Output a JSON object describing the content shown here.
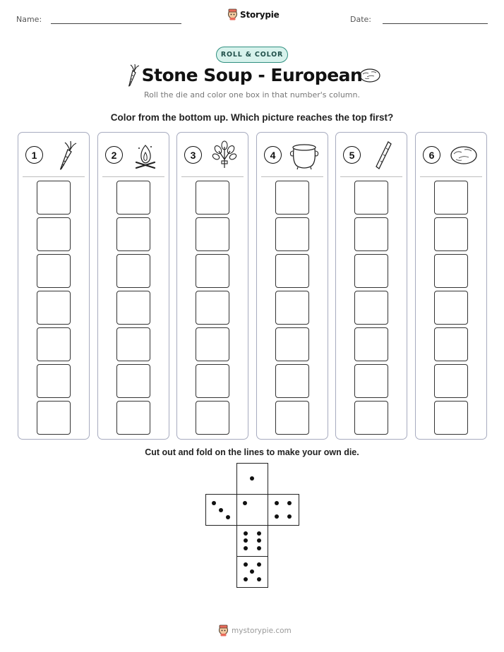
{
  "header": {
    "name_label": "Name:",
    "date_label": "Date:",
    "brand": "Storypie"
  },
  "badge": "ROLL & COLOR",
  "title": "Stone Soup - European",
  "subtitle": "Roll the die and color one box in that number's column.",
  "instruction": "Color from the bottom up. Which picture reaches the top first?",
  "columns": [
    {
      "number": "1",
      "icon": "carrot-icon"
    },
    {
      "number": "2",
      "icon": "campfire-icon"
    },
    {
      "number": "3",
      "icon": "herbs-icon"
    },
    {
      "number": "4",
      "icon": "pot-icon"
    },
    {
      "number": "5",
      "icon": "stick-icon"
    },
    {
      "number": "6",
      "icon": "stone-icon"
    }
  ],
  "boxes_per_column": 7,
  "cutout_instruction": "Cut out and fold on the lines to make your own die.",
  "footer": "mystorypie.com",
  "colors": {
    "accent_badge_border": "#2f8f7f",
    "accent_badge_fill": "#d7f2ec",
    "column_border": "#a7abbf"
  }
}
